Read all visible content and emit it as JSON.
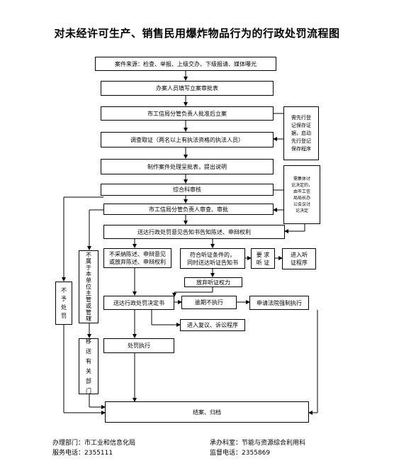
{
  "title": "对未经许可生产、销售民用爆炸物品行为的行政处罚流程图",
  "steps": {
    "case_source": "案件来源：检查、举报、上级交办、下级报请、媒体曝光",
    "fill_form": "办案人员填写立案审批表",
    "approve_case": "市工信局分管负责人批准后立案",
    "investigate": "调查取证（两名以上有执法资格的执法人员）",
    "report": "制作案件处理呈批表，提出说明",
    "review": "综合科审核",
    "leader_review": "市工信局分管负责人审查、审批",
    "notice": "送达行政处罚意见告知书告知陈述、申辩权利",
    "no_adopt": "不采纳陈述、申辩意见\n或放弃陈述、申辩权利",
    "hearing_cond": "符合听证条件的，\n同时送达听证告知书",
    "request": "要  求\n听  证",
    "hearing_proc": "进入听\n证程序",
    "waive": "放弃听证权力",
    "decision": "送达行政处罚决定书",
    "overdue": "逾期不执行",
    "court": "申请法院强制执行",
    "review_lit": "进入复议、诉讼程序",
    "execute": "处罚执行",
    "close": "结案、归档"
  },
  "side": {
    "no_penalty": "不\n予\n处\n罚",
    "not_in_scope": "不\n属\n于\n本\n单\n位\n主\n管\n或\n管\n辖",
    "transfer": "移\n送\n有\n关\n部\n门"
  },
  "notes": {
    "preservation": "需先行登\n记保存证\n据，启动\n先行登记\n保存程序",
    "collective": "需集体讨\n论决定的，\n由市工信\n局局长办\n公会议讨\n论决定"
  },
  "footer": {
    "dept": "办理部门：市工业和信息化局",
    "phone": "服务电话：2355111",
    "office": "承办科室：节能与资源综合利用科",
    "supervise": "监督电话：2355869"
  }
}
